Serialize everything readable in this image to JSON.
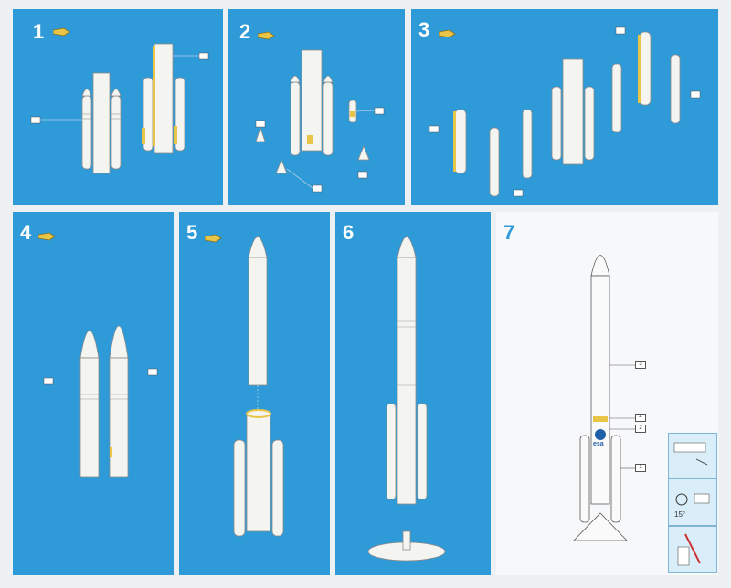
{
  "steps": [
    {
      "number": "1"
    },
    {
      "number": "2"
    },
    {
      "number": "3"
    },
    {
      "number": "4"
    },
    {
      "number": "5"
    },
    {
      "number": "6"
    },
    {
      "number": "7"
    }
  ],
  "step7_callouts": [
    "3",
    "4",
    "2",
    "1"
  ],
  "step7_logo": "esa",
  "inset_angle": "15°",
  "colors": {
    "panel_blue": "#2f9ad8",
    "rocket_white": "#f4f4f0",
    "glue_yellow": "#e8c447",
    "frame": "#eef1f4"
  }
}
